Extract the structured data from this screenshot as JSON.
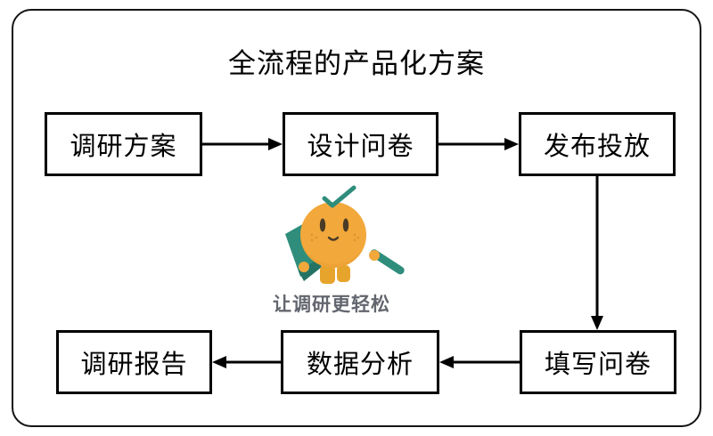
{
  "diagram": {
    "title": "全流程的产品化方案",
    "tagline": "让调研更轻松",
    "type": "flowchart",
    "nodes": [
      {
        "label": "调研方案"
      },
      {
        "label": "设计问卷"
      },
      {
        "label": "发布投放"
      },
      {
        "label": "填写问卷"
      },
      {
        "label": "数据分析"
      },
      {
        "label": "调研报告"
      }
    ],
    "edges": [
      {
        "from": "调研方案",
        "to": "设计问卷"
      },
      {
        "from": "设计问卷",
        "to": "发布投放"
      },
      {
        "from": "发布投放",
        "to": "填写问卷"
      },
      {
        "from": "填写问卷",
        "to": "数据分析"
      },
      {
        "from": "数据分析",
        "to": "调研报告"
      }
    ],
    "colors": {
      "line": "#000000",
      "frame": "#141414",
      "mascot_orange": "#F2A83B",
      "mascot_orange_dark": "#E79D2E",
      "mascot_teal": "#2F8D7C",
      "mascot_teal_dark": "#247364",
      "mascot_boots": "#E7A42C",
      "mascot_face": "#4A3B26",
      "tagline_gray": "#63666E"
    }
  }
}
